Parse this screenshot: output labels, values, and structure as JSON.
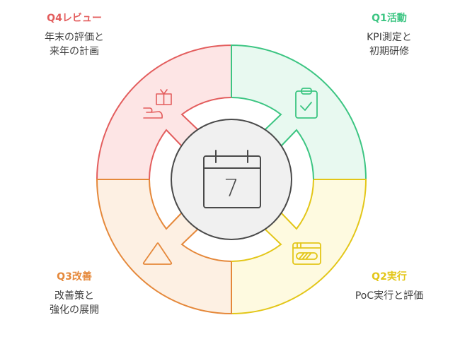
{
  "colors": {
    "q1": "#3cc582",
    "q1_fill": "#e8f9f0",
    "q2": "#e3c618",
    "q2_fill": "#fefae0",
    "q3": "#e5883a",
    "q3_fill": "#fdf0e3",
    "q4": "#e35d5d",
    "q4_fill": "#fde5e5",
    "center_fill": "#f0f0f0",
    "center_stroke": "#4a4a4a",
    "text": "#3f3f3f"
  },
  "center": {
    "icon": "calendar-icon",
    "day": "7"
  },
  "quadrants": {
    "q1": {
      "title": "Q1活動",
      "description": "KPI測定と\n初期研修",
      "icon": "clipboard-check-icon",
      "position": "top-right"
    },
    "q2": {
      "title": "Q2実行",
      "description": "PoC実行と評価",
      "icon": "browser-progress-icon",
      "position": "bottom-right"
    },
    "q3": {
      "title": "Q3改善",
      "description": "改善策と\n強化の展開",
      "icon": "triangle-icon",
      "position": "bottom-left"
    },
    "q4": {
      "title": "Q4レビュー",
      "description": "年末の評価と\n来年の計画",
      "icon": "gift-hand-icon",
      "position": "top-left"
    }
  }
}
